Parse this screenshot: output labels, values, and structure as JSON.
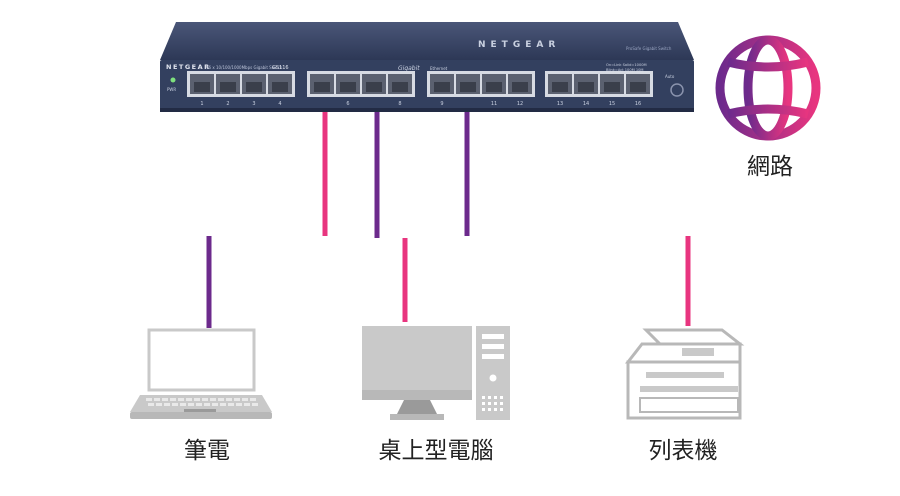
{
  "switch": {
    "brand": "NETGEAR",
    "model": "GS116",
    "subtitle": "16 x 10/100/1000Mbps Gigabit Switch",
    "product_line": "ProSafe Gigabit Switch",
    "gigabit_mark": "Gigabit",
    "ethernet_mark": "Ethernet",
    "power_label": "PWR",
    "auto_label": "Auto",
    "speed_legend": [
      "On=Link  Solid=1000M",
      "Blink=Act  100M   10M"
    ],
    "ports": [
      "1",
      "2",
      "3",
      "4",
      "",
      "6",
      "",
      "8",
      "9",
      "",
      "11",
      "12",
      "13",
      "14",
      "15",
      "16"
    ]
  },
  "devices": {
    "network": "網路",
    "laptop": "筆電",
    "desktop": "桌上型電腦",
    "printer": "列表機"
  },
  "colors": {
    "cable_pink": "#e8357f",
    "cable_purple": "#6c2a8c",
    "switch_body": "#33405f",
    "device_gray": "#c9c9c9"
  }
}
